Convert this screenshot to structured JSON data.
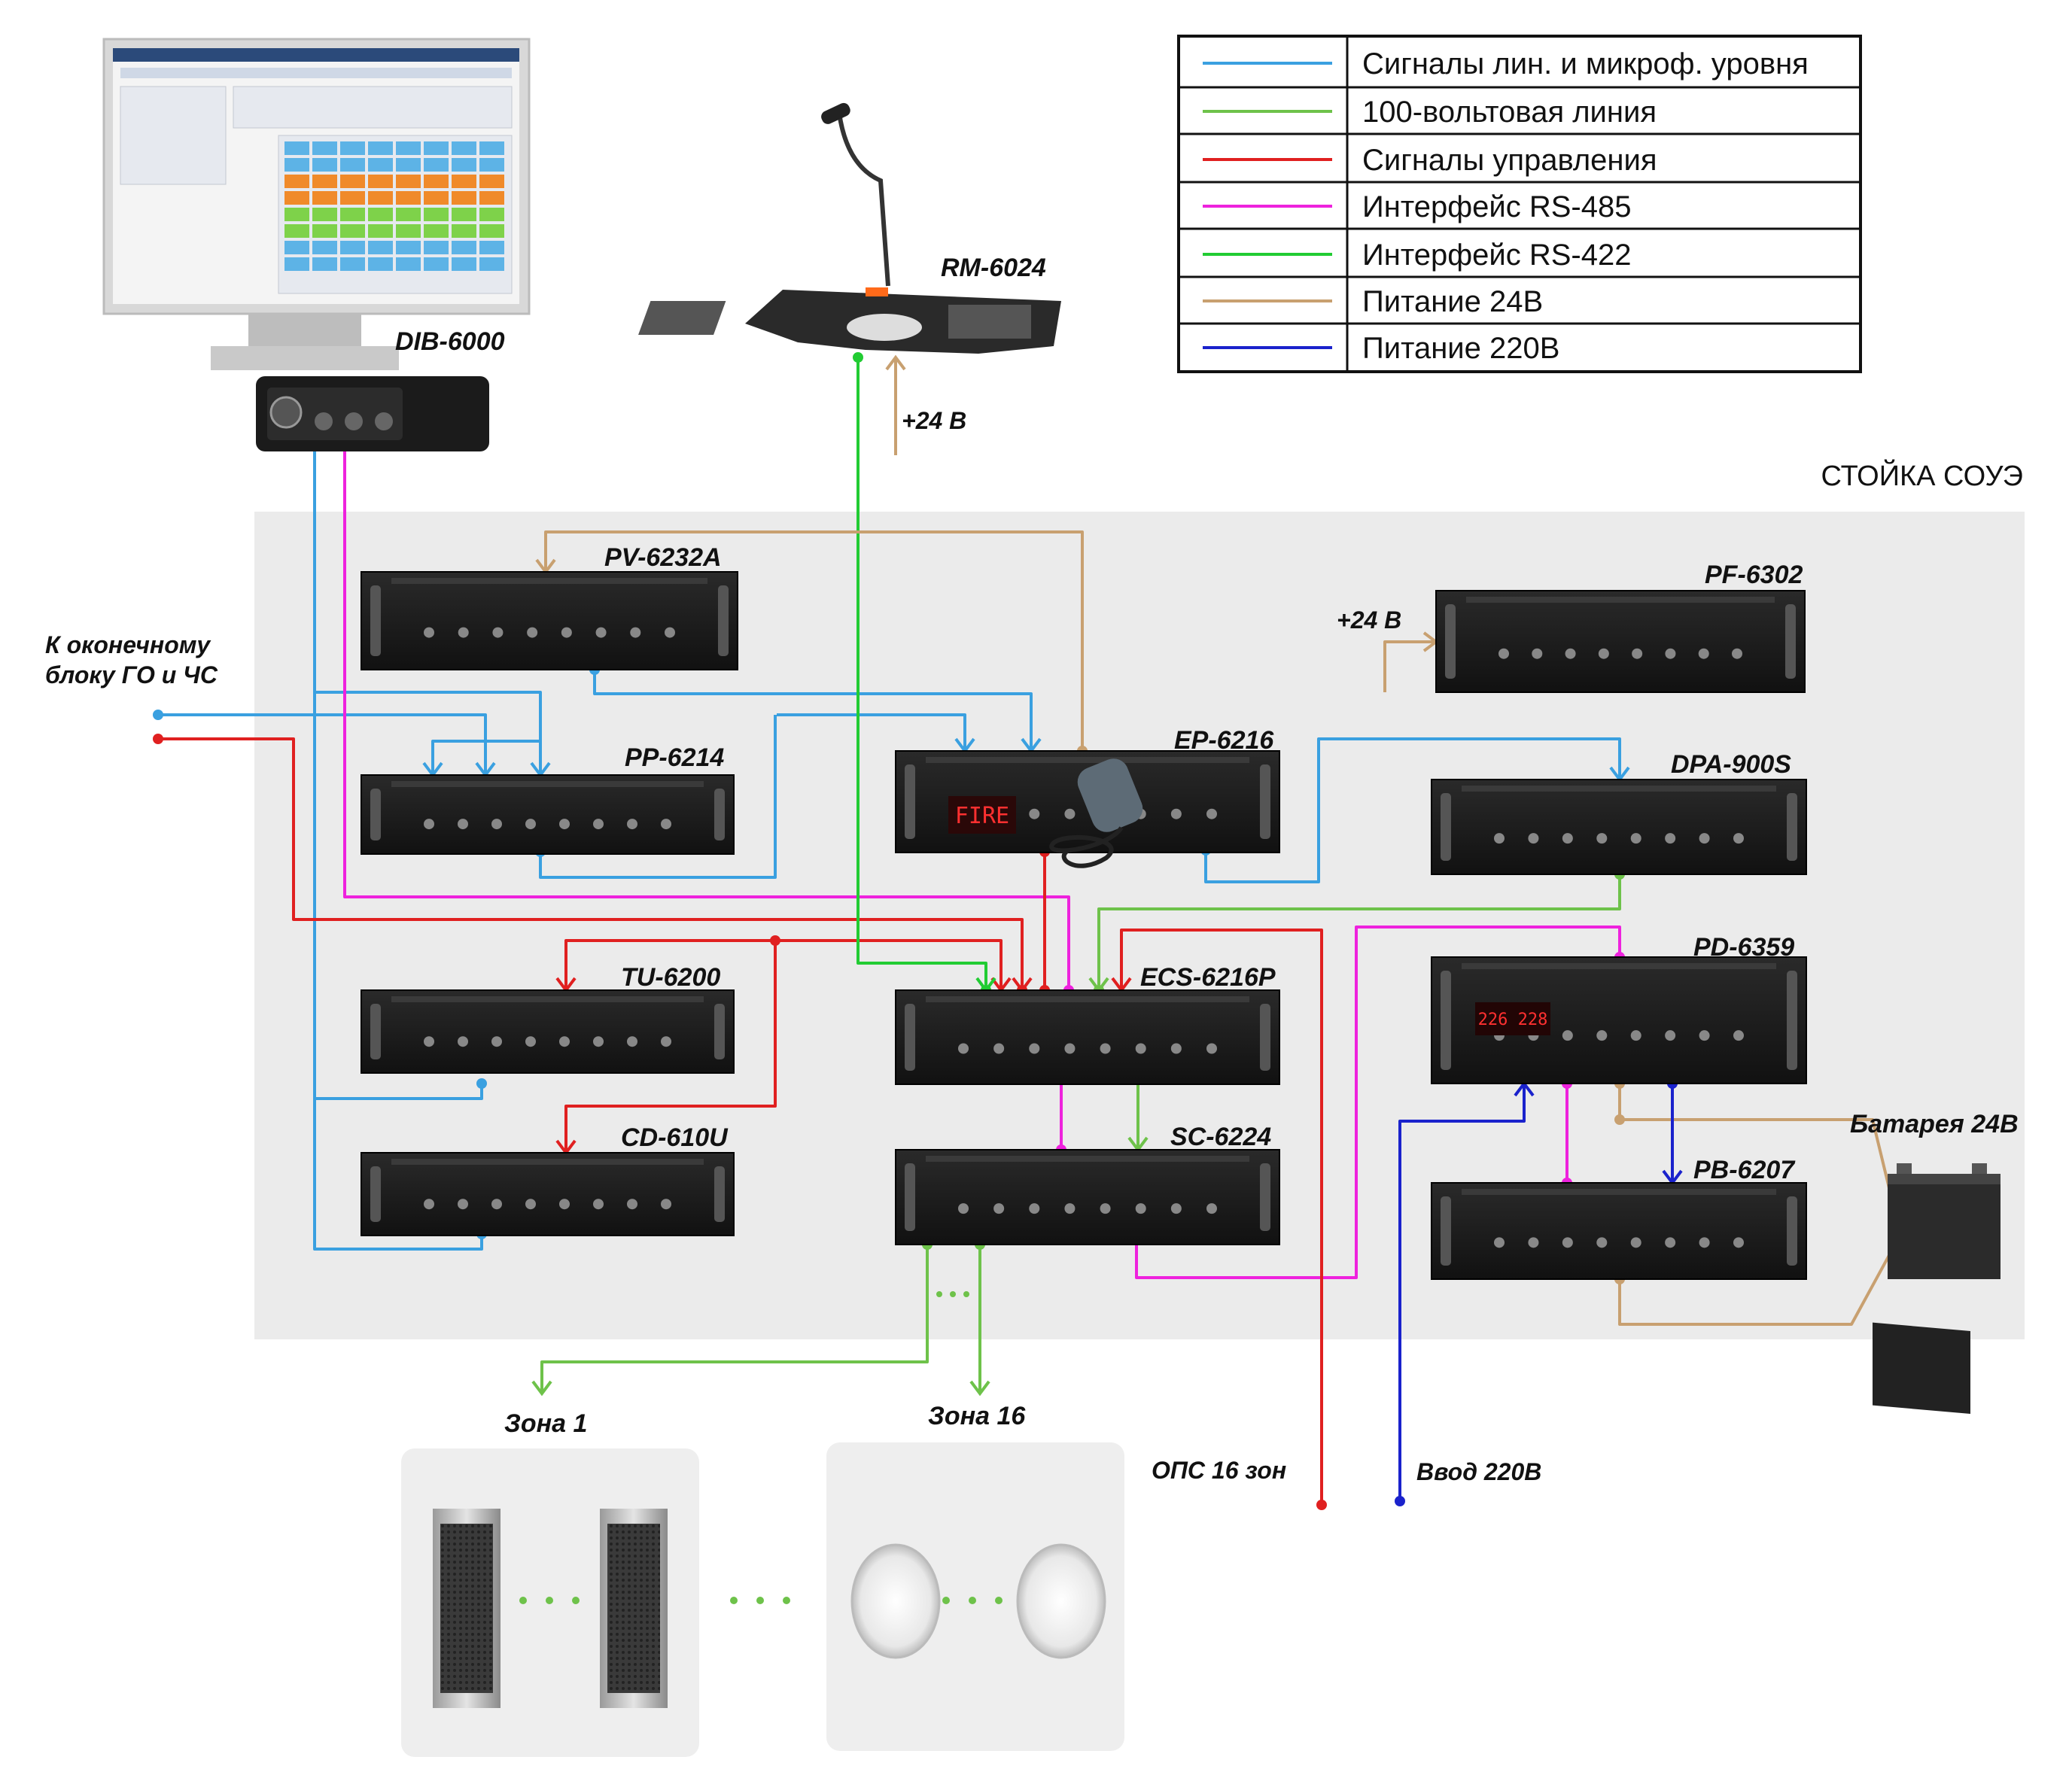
{
  "legend": [
    {
      "label": "Сигналы лин. и микроф. уровня",
      "color": "#3aa0e0"
    },
    {
      "label": "100-вольтовая линия",
      "color": "#6ec24a"
    },
    {
      "label": "Сигналы управления",
      "color": "#e02020"
    },
    {
      "label": "Интерфейс RS-485",
      "color": "#ee22dd"
    },
    {
      "label": "Интерфейс RS-422",
      "color": "#22cc33"
    },
    {
      "label": "Питание 24В",
      "color": "#c8a070"
    },
    {
      "label": "Питание 220В",
      "color": "#1a22cc"
    }
  ],
  "rack_title": "СТОЙКА СОУЭ",
  "devices": {
    "dib": "DIB-6000",
    "rm": "RM-6024",
    "pv": "PV-6232A",
    "pp": "PP-6214",
    "ep": "EP-6216",
    "pf": "PF-6302",
    "dpa": "DPA-900S",
    "tu": "TU-6200",
    "ecs": "ECS-6216P",
    "pd": "PD-6359",
    "cd": "CD-610U",
    "sc": "SC-6224",
    "pb": "PB-6207"
  },
  "labels": {
    "rm_power": "+24 В",
    "pf_power": "+24 В",
    "go_line1": "К оконечному",
    "go_line2": "блоку ГО и ЧС",
    "zone1": "Зона 1",
    "zone16": "Зона 16",
    "ops": "ОПС 16 зон",
    "input220": "Ввод 220В",
    "battery": "Батарея 24В",
    "ep_display": "FIRE",
    "pd_display": "226 228",
    "dots": "···"
  }
}
